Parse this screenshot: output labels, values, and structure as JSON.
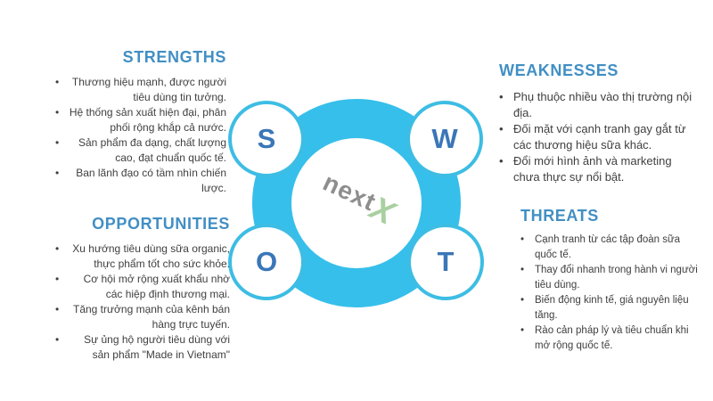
{
  "diagram": {
    "logo": {
      "part1": "next",
      "part2": "X"
    },
    "colors": {
      "ring": "#36bfea",
      "node_border": "#3dbde4",
      "node_letter": "#3a76b8",
      "heading": "#418fc4",
      "body_text": "#3f3f3f",
      "logo_gray": "#8e8e8e",
      "logo_green": "#a9d0a0"
    },
    "nodes": [
      {
        "letter": "S"
      },
      {
        "letter": "W"
      },
      {
        "letter": "O"
      },
      {
        "letter": "T"
      }
    ]
  },
  "sections": {
    "strengths": {
      "title": "STRENGTHS",
      "items": [
        "Thương hiệu mạnh, được người tiêu dùng tin tưởng.",
        "Hệ thống sản xuất hiện đại, phân phối rộng khắp cả nước.",
        "Sản phẩm đa dạng, chất lượng cao, đạt chuẩn quốc tế.",
        "Ban lãnh đạo có tầm nhìn chiến lược."
      ]
    },
    "weaknesses": {
      "title": "WEAKNESSES",
      "items": [
        "Phụ thuộc nhiều vào thị trường nội địa.",
        "Đối mặt với cạnh tranh gay gắt từ các thương hiệu sữa khác.",
        "Đổi mới hình ảnh và marketing chưa thực sự nổi bật."
      ]
    },
    "opportunities": {
      "title": "OPPORTUNITIES",
      "items": [
        "Xu hướng tiêu dùng sữa organic, thực phẩm tốt cho sức khỏe.",
        "Cơ hội mở rộng xuất khẩu nhờ các hiệp định thương mại.",
        "Tăng trưởng mạnh của kênh bán hàng trực tuyến.",
        "Sự ủng hộ người tiêu dùng với sản phẩm \"Made in Vietnam\""
      ]
    },
    "threats": {
      "title": "THREATS",
      "items": [
        "Cạnh tranh từ các tập đoàn sữa quốc tế.",
        "Thay đổi nhanh trong hành vi người tiêu dùng.",
        "Biến động kinh tế, giá nguyên liệu tăng.",
        "Rào cản pháp lý và tiêu chuẩn khi mở rộng quốc tế."
      ]
    }
  }
}
